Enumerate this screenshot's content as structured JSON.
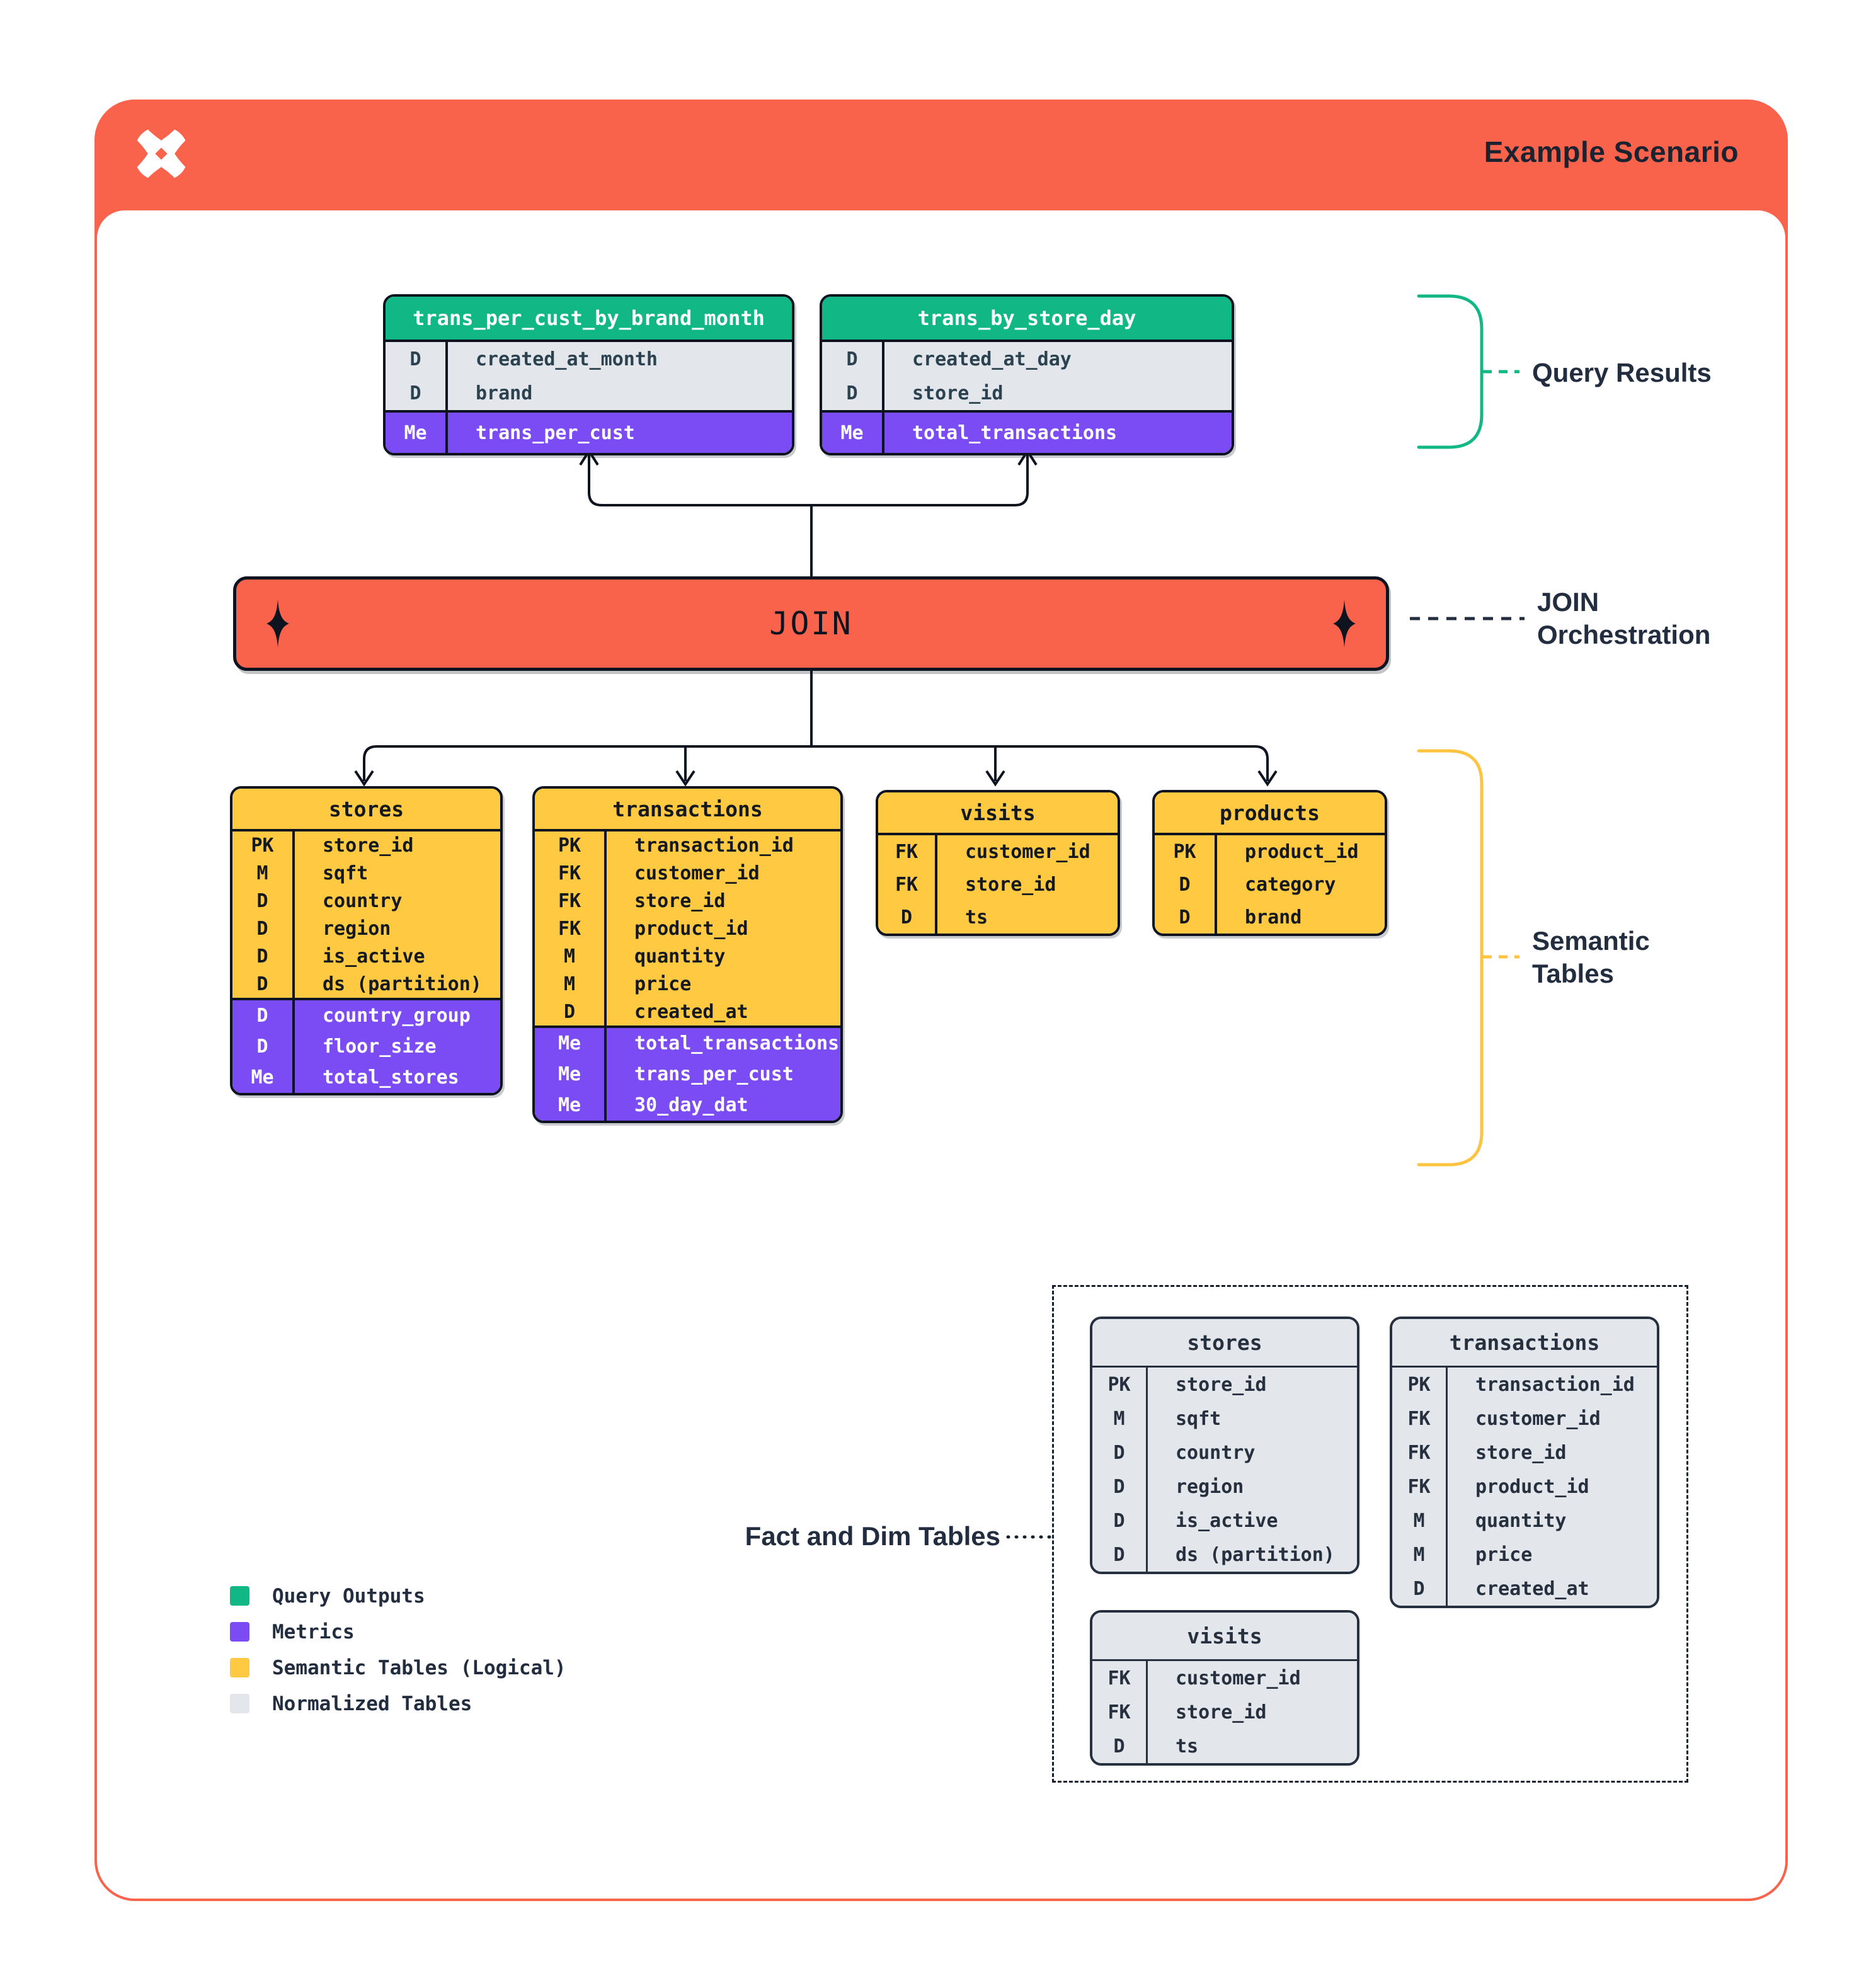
{
  "header": {
    "title": "Example Scenario",
    "logo": "dagster-x-logo"
  },
  "join": {
    "label": "JOIN"
  },
  "annotations": {
    "query_results": "Query Results",
    "join_orchestration_line1": "JOIN",
    "join_orchestration_line2": "Orchestration",
    "semantic_tables_line1": "Semantic",
    "semantic_tables_line2": "Tables",
    "fact_dim": "Fact and Dim Tables"
  },
  "query_result_tables": [
    {
      "title": "trans_per_cust_by_brand_month",
      "rows": [
        {
          "key": "D",
          "label": "created_at_month",
          "section": "dim"
        },
        {
          "key": "D",
          "label": "brand",
          "section": "dim"
        },
        {
          "key": "Me",
          "label": "trans_per_cust",
          "section": "metric"
        }
      ]
    },
    {
      "title": "trans_by_store_day",
      "rows": [
        {
          "key": "D",
          "label": "created_at_day",
          "section": "dim"
        },
        {
          "key": "D",
          "label": "store_id",
          "section": "dim"
        },
        {
          "key": "Me",
          "label": "total_transactions",
          "section": "metric"
        }
      ]
    }
  ],
  "semantic_tables": [
    {
      "title": "stores",
      "rows": [
        {
          "key": "PK",
          "label": "store_id",
          "section": "dim"
        },
        {
          "key": "M",
          "label": "sqft",
          "section": "dim"
        },
        {
          "key": "D",
          "label": "country",
          "section": "dim"
        },
        {
          "key": "D",
          "label": "region",
          "section": "dim"
        },
        {
          "key": "D",
          "label": "is_active",
          "section": "dim"
        },
        {
          "key": "D",
          "label": "ds (partition)",
          "section": "dim"
        },
        {
          "key": "D",
          "label": "country_group",
          "section": "metric"
        },
        {
          "key": "D",
          "label": "floor_size",
          "section": "metric"
        },
        {
          "key": "Me",
          "label": "total_stores",
          "section": "metric"
        }
      ]
    },
    {
      "title": "transactions",
      "rows": [
        {
          "key": "PK",
          "label": "transaction_id",
          "section": "dim"
        },
        {
          "key": "FK",
          "label": "customer_id",
          "section": "dim"
        },
        {
          "key": "FK",
          "label": "store_id",
          "section": "dim"
        },
        {
          "key": "FK",
          "label": "product_id",
          "section": "dim"
        },
        {
          "key": "M",
          "label": "quantity",
          "section": "dim"
        },
        {
          "key": "M",
          "label": "price",
          "section": "dim"
        },
        {
          "key": "D",
          "label": "created_at",
          "section": "dim"
        },
        {
          "key": "Me",
          "label": "total_transactions",
          "section": "metric"
        },
        {
          "key": "Me",
          "label": "trans_per_cust",
          "section": "metric"
        },
        {
          "key": "Me",
          "label": "30_day_dat",
          "section": "metric"
        }
      ]
    },
    {
      "title": "visits",
      "rows": [
        {
          "key": "FK",
          "label": "customer_id",
          "section": "dim"
        },
        {
          "key": "FK",
          "label": "store_id",
          "section": "dim"
        },
        {
          "key": "D",
          "label": "ts",
          "section": "dim"
        }
      ]
    },
    {
      "title": "products",
      "rows": [
        {
          "key": "PK",
          "label": "product_id",
          "section": "dim"
        },
        {
          "key": "D",
          "label": "category",
          "section": "dim"
        },
        {
          "key": "D",
          "label": "brand",
          "section": "dim"
        }
      ]
    }
  ],
  "normalized_tables": [
    {
      "title": "stores",
      "rows": [
        {
          "key": "PK",
          "label": "store_id",
          "section": "dim"
        },
        {
          "key": "M",
          "label": "sqft",
          "section": "dim"
        },
        {
          "key": "D",
          "label": "country",
          "section": "dim"
        },
        {
          "key": "D",
          "label": "region",
          "section": "dim"
        },
        {
          "key": "D",
          "label": "is_active",
          "section": "dim"
        },
        {
          "key": "D",
          "label": "ds (partition)",
          "section": "dim"
        }
      ]
    },
    {
      "title": "transactions",
      "rows": [
        {
          "key": "PK",
          "label": "transaction_id",
          "section": "dim"
        },
        {
          "key": "FK",
          "label": "customer_id",
          "section": "dim"
        },
        {
          "key": "FK",
          "label": "store_id",
          "section": "dim"
        },
        {
          "key": "FK",
          "label": "product_id",
          "section": "dim"
        },
        {
          "key": "M",
          "label": "quantity",
          "section": "dim"
        },
        {
          "key": "M",
          "label": "price",
          "section": "dim"
        },
        {
          "key": "D",
          "label": "created_at",
          "section": "dim"
        }
      ]
    },
    {
      "title": "visits",
      "rows": [
        {
          "key": "FK",
          "label": "customer_id",
          "section": "dim"
        },
        {
          "key": "FK",
          "label": "store_id",
          "section": "dim"
        },
        {
          "key": "D",
          "label": "ts",
          "section": "dim"
        }
      ]
    }
  ],
  "legend": [
    {
      "swatch": "green",
      "label": "Query Outputs"
    },
    {
      "swatch": "purple",
      "label": "Metrics"
    },
    {
      "swatch": "yellow",
      "label": "Semantic Tables (Logical)"
    },
    {
      "swatch": "gray",
      "label": "Normalized Tables"
    }
  ],
  "colors": {
    "orange": "#F9624B",
    "green": "#12B786",
    "purple": "#7B4BF4",
    "yellow": "#FFC941",
    "gray": "#E3E6EA",
    "ink": "#0D1420",
    "navy": "#232D40"
  }
}
